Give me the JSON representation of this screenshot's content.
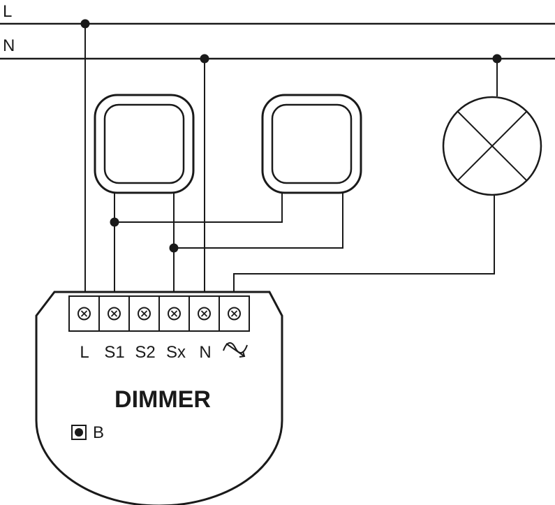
{
  "rails": {
    "live_label": "L",
    "neutral_label": "N"
  },
  "dimmer": {
    "title": "DIMMER",
    "terminals": [
      "L",
      "S1",
      "S2",
      "Sx",
      "N"
    ],
    "button_label": "B"
  },
  "colors": {
    "ink": "#1a1a1a",
    "background": "#ffffff"
  }
}
